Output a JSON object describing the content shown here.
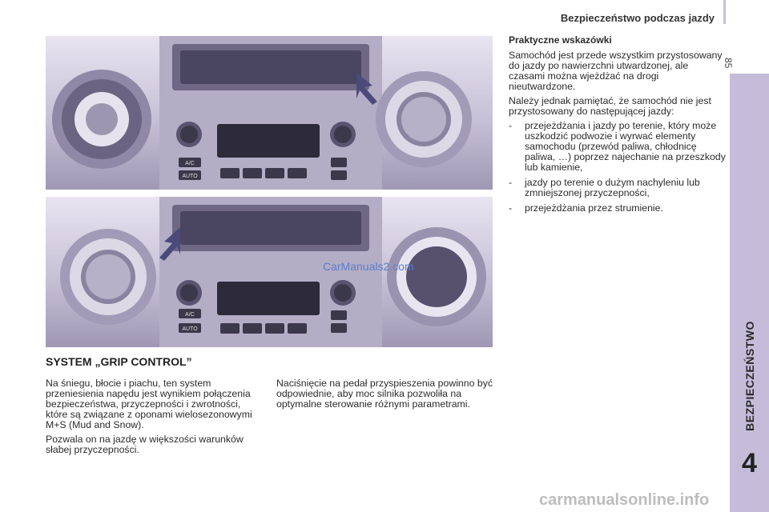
{
  "header": {
    "title": "Bezpieczeństwo podczas jazdy"
  },
  "page_number": "85",
  "side_tab": {
    "label": "BEZPIECZEŃSTWO",
    "chapter": "4"
  },
  "section": {
    "heading": "SYSTEM „GRIP CONTROL”",
    "left_paragraphs": [
      "Na śniegu, błocie i piachu, ten system przeniesienia napędu jest wynikiem połączenia bezpieczeństwa, przyczepności i zwrotności, które są związane z oponami wielosezonowymi M+S (Mud and Snow).",
      "Pozwala on na jazdę w większości warunków słabej przyczepności."
    ],
    "mid_paragraph": "Naciśnięcie na pedał przyspieszenia powinno być odpowiednie, aby moc silnika pozwoliła na optymalne sterowanie różnymi parametrami."
  },
  "tips": {
    "heading": "Praktyczne wskazówki",
    "p1": "Samochód jest przede wszystkim przystosowany do jazdy po nawierzchni utwardzonej, ale czasami można wjeżdżać na drogi nieutwardzone.",
    "p2": "Należy jednak pamiętać, że samochód nie jest przystosowany do następującej jazdy:",
    "bullets": [
      "przejeżdżania i jazdy po terenie, który może uszkodzić podwozie i wyrwać elementy samochodu (przewód paliwa, chłodnicę paliwa, …) poprzez najechanie na przeszkody lub kamienie,",
      "jazdy po terenie o dużym nachyleniu lub zmniejszonej przyczepności,",
      "przejeżdżania przez strumienie."
    ]
  },
  "photo_labels": {
    "ac": "A/C",
    "auto": "AUTO"
  },
  "watermarks": {
    "middle": "CarManuals2.com",
    "bottom": "carmanualsonline.info"
  }
}
